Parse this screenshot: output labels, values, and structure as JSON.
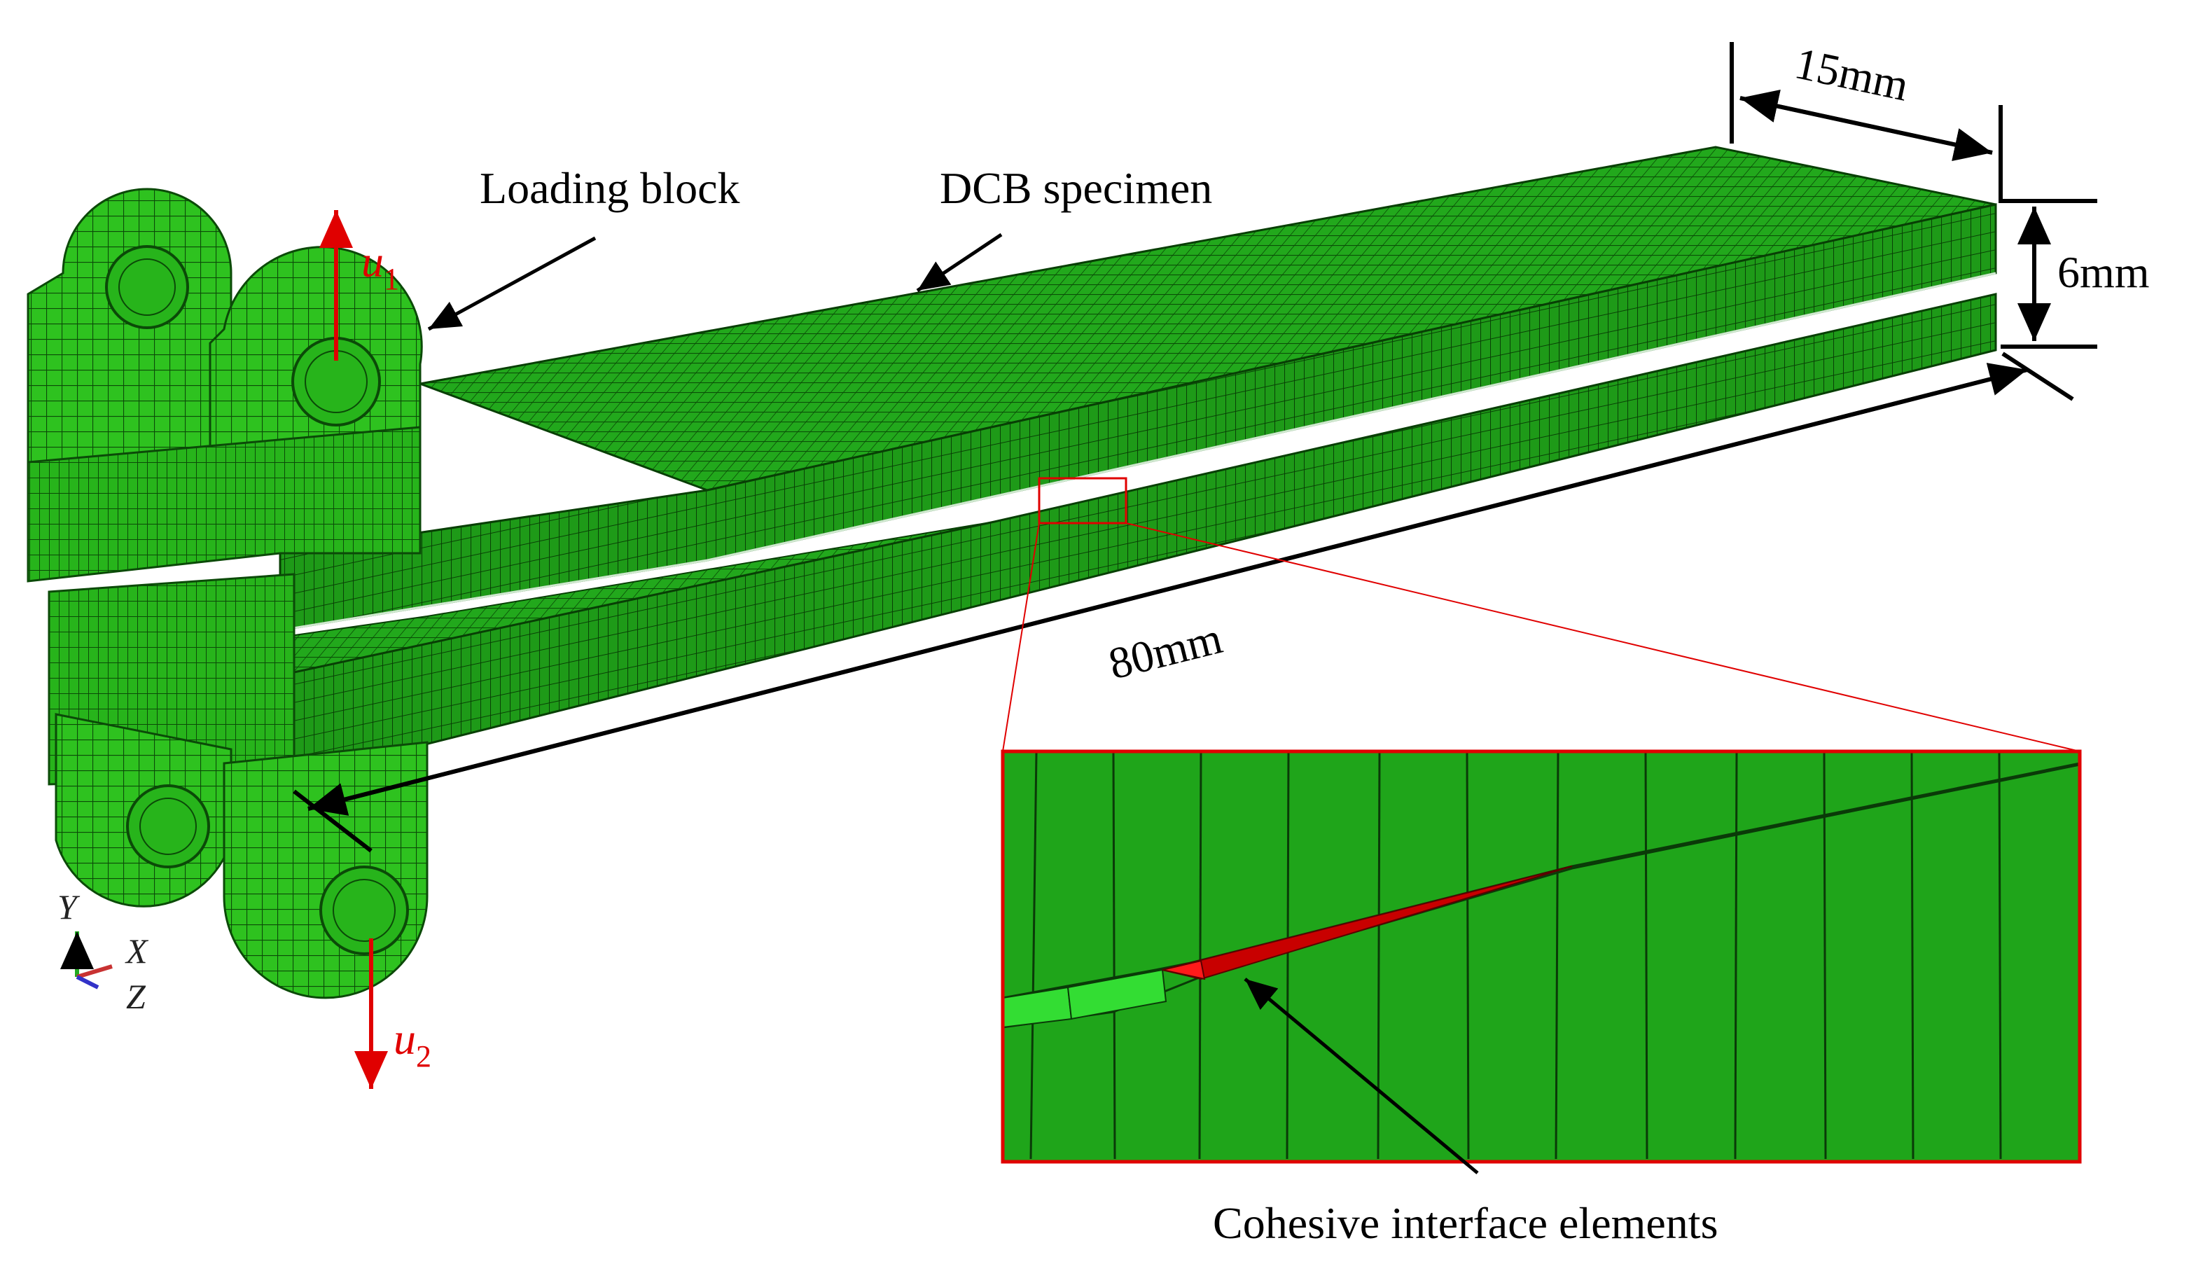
{
  "labels": {
    "loading_block": "Loading block",
    "dcb_specimen": "DCB specimen",
    "width_dim": "15mm",
    "thickness_dim": "6mm",
    "length_dim": "80mm",
    "cohesive": "Cohesive interface elements"
  },
  "displacements": {
    "u1": {
      "symbol": "u",
      "subscript": "1"
    },
    "u2": {
      "symbol": "u",
      "subscript": "2"
    }
  },
  "axes": {
    "y": "Y",
    "x": "X",
    "z": "Z"
  },
  "colors": {
    "mesh_green": "#1fa51a",
    "mesh_dark": "#0f6b0a",
    "mesh_light": "#33cc33",
    "zoom_green": "#1fa51a",
    "cohesive_red": "#c80000",
    "highlight_red": "#e00000",
    "arrow_black": "#000000"
  }
}
